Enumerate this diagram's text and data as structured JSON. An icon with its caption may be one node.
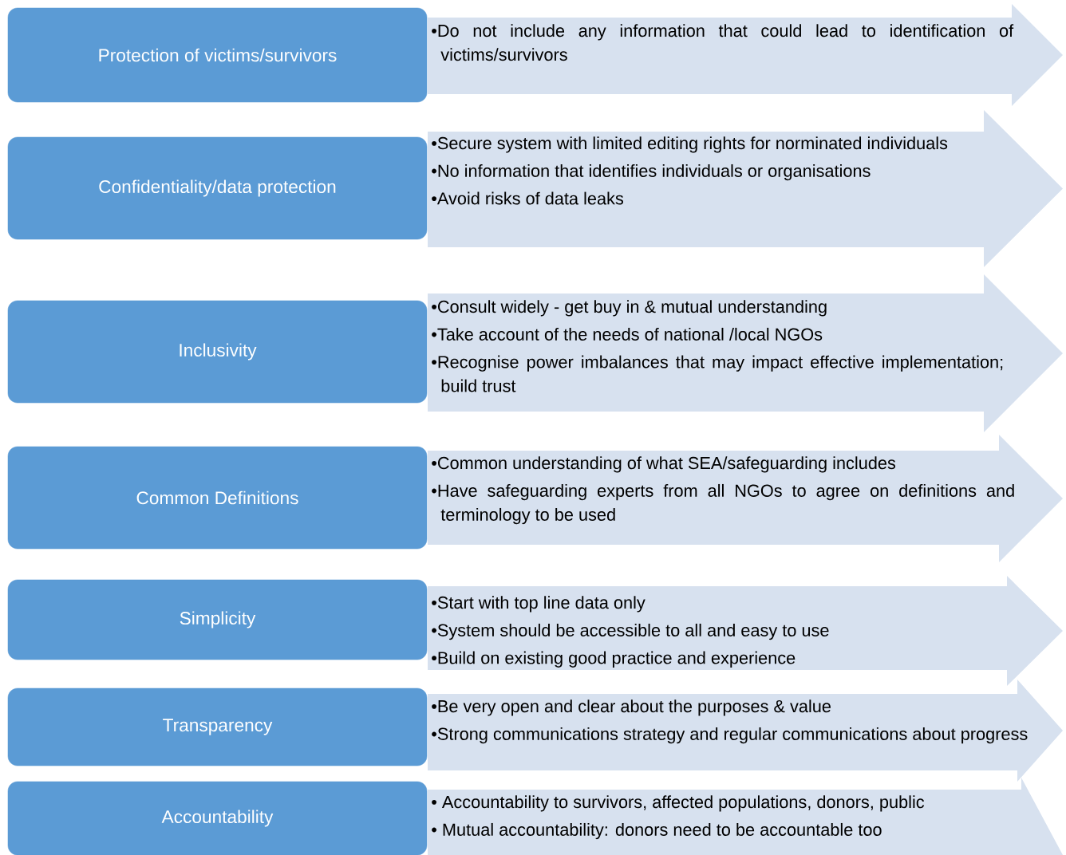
{
  "diagram": {
    "nodes": [
      {
        "text": [
          "Protection of victims/survivors"
        ]
      },
      {
        "text": [
          "•Do not include any information that could lead to identification of victims/survivors"
        ]
      },
      {
        "text": [
          "Confidentiality/data protection"
        ]
      },
      {
        "text": [
          "•Secure system with limited editing rights for norminated individuals",
          "•No information that identifies individuals or organisations",
          "•Avoid risks of data leaks"
        ]
      },
      {
        "text": [
          "Inclusivity"
        ]
      },
      {
        "text": [
          "•Consult widely - get buy in & mutual understanding",
          "•Take account of the needs of national /local NGOs",
          "•Recognise power imbalances that may impact effective implementation; build trust"
        ]
      },
      {
        "text": [
          "Common Definitions"
        ]
      },
      {
        "text": [
          "•Common understanding of what SEA/safeguarding includes",
          "•Have safeguarding experts from all NGOs to agree on definitions and terminology to be used"
        ]
      },
      {
        "text": [
          "Simplicity"
        ]
      },
      {
        "text": [
          "•Start with top line data only",
          "•System should be accessible to all and easy to use",
          "•Build on existing good practice and experience"
        ]
      },
      {
        "text": [
          "Transparency"
        ]
      },
      {
        "text": [
          "•Be very open and clear about the purposes & value",
          "•Strong communications strategy and regular communications about progress"
        ]
      },
      {
        "text": [
          "Accountability"
        ]
      },
      {
        "text": [
          "• Accountability to survivors, affected populations, donors, public",
          "• Mutual accountability: donors need to be accountable too"
        ]
      }
    ]
  }
}
